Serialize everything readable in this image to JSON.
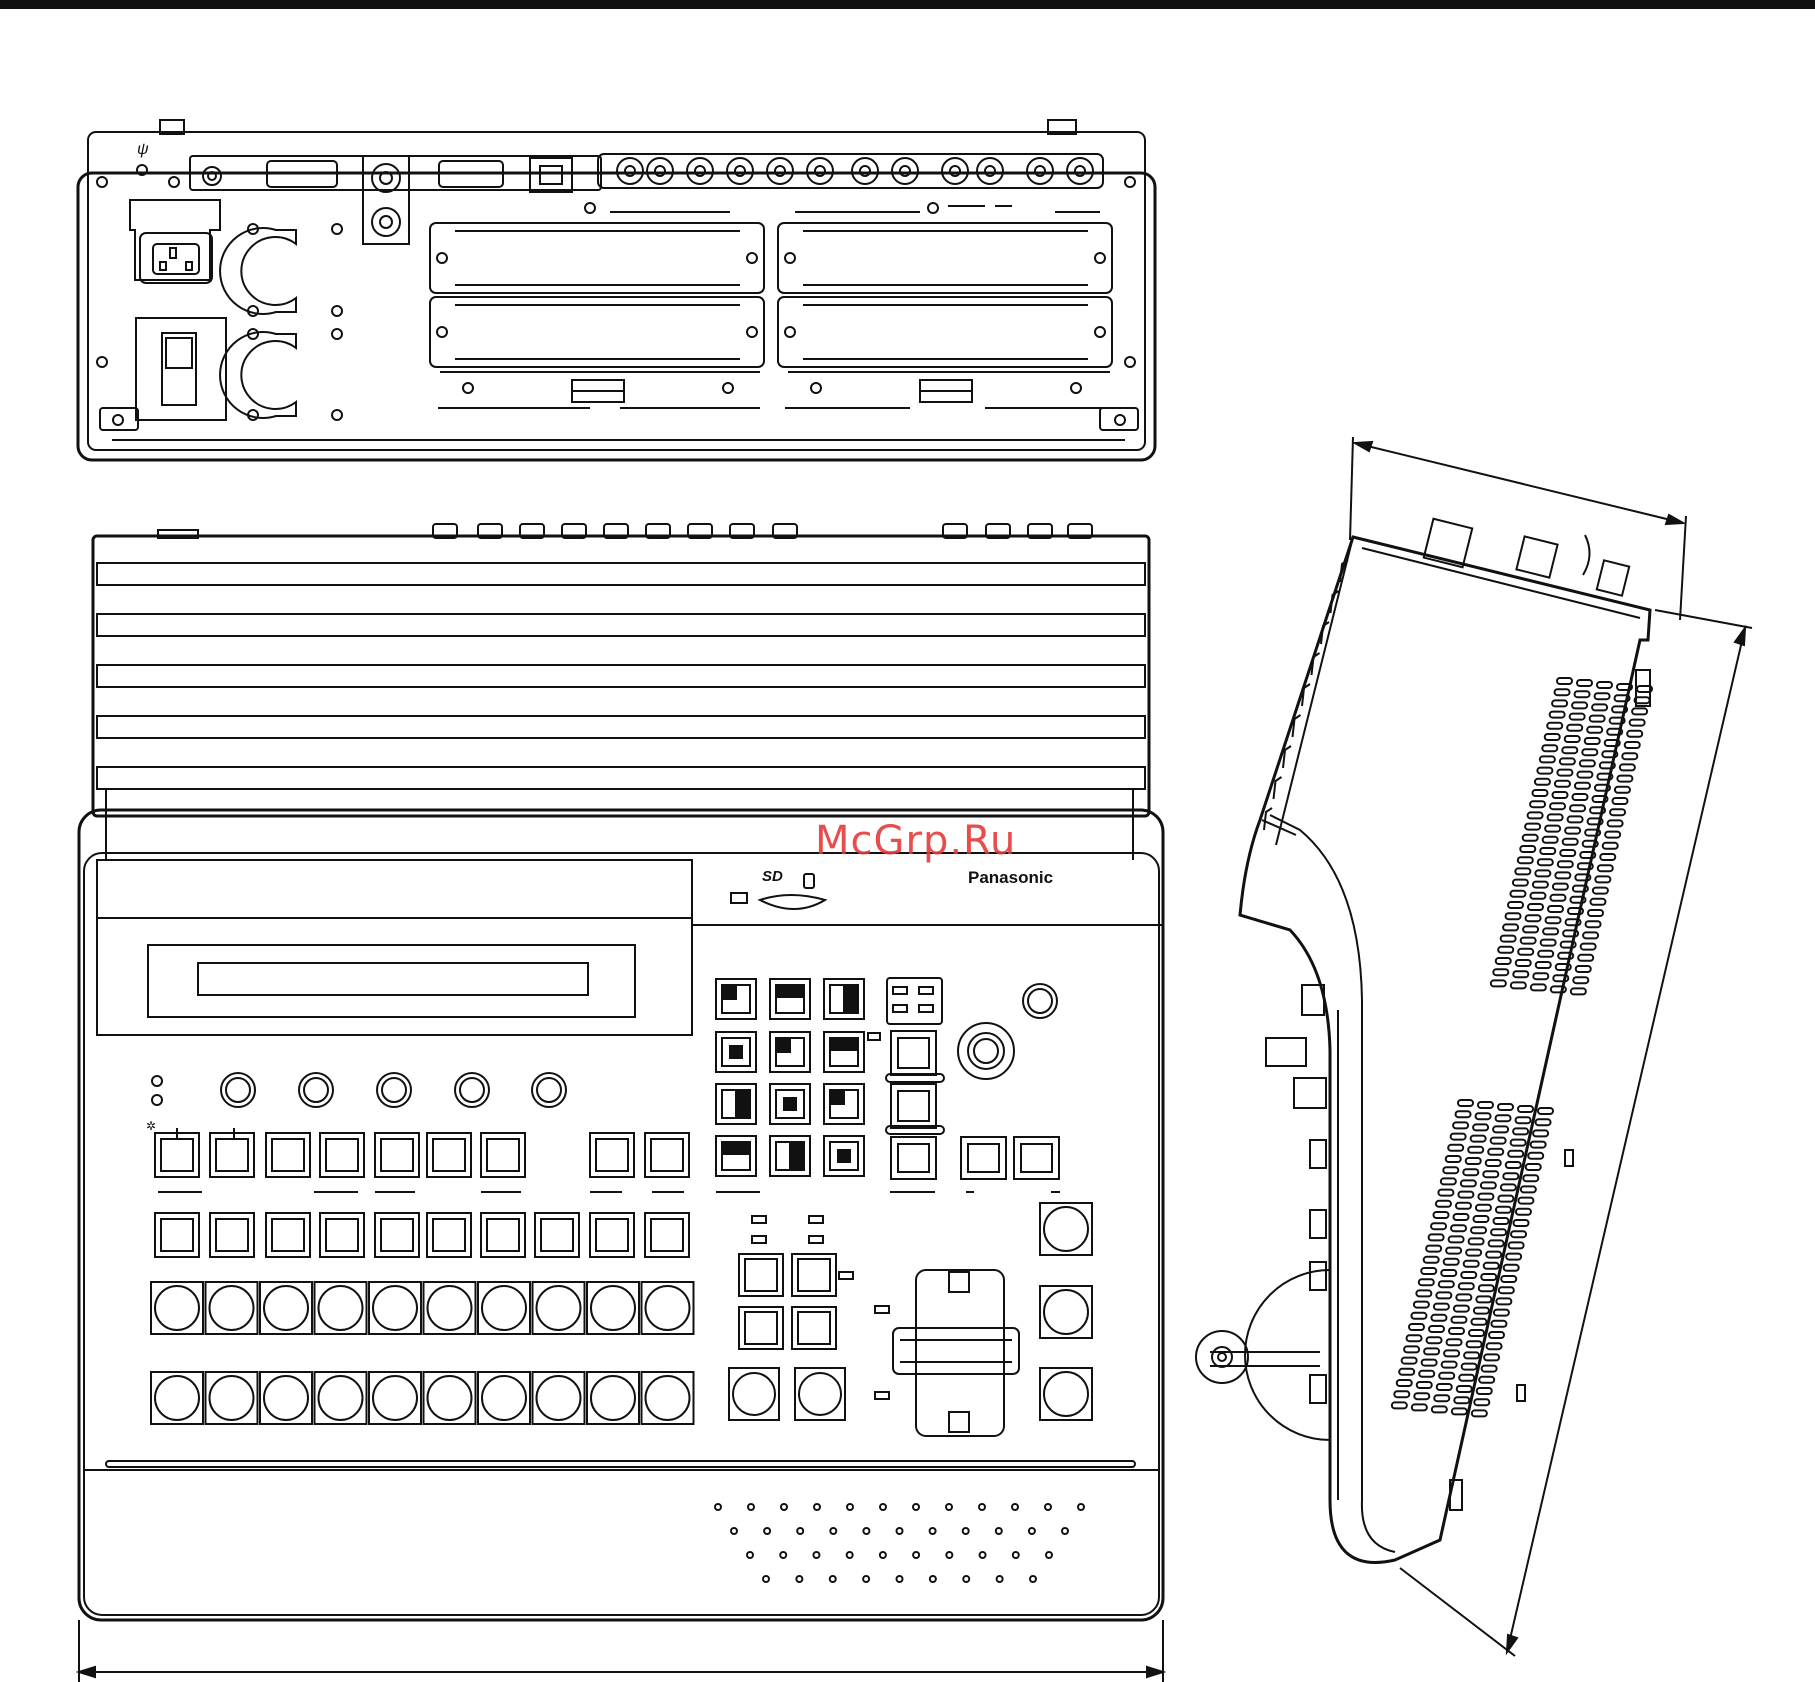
{
  "watermark": "McGrp.Ru",
  "brand": "Panasonic",
  "sd_logo": "SD",
  "colors": {
    "line": "#111111",
    "watermark": "#e53a3a",
    "background": "#ffffff"
  }
}
